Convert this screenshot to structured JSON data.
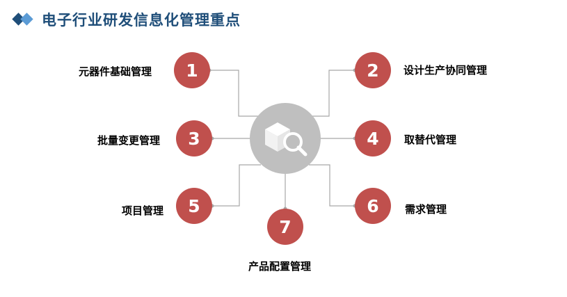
{
  "title": "电子行业研发信息化管理重点",
  "hub_icon": "box-magnifier-icon",
  "colors": {
    "accent": "#1f4e79",
    "node": "#c0504d",
    "hub": "#bfbfbf",
    "line": "#a6a6a6"
  },
  "nodes": [
    {
      "number": "1",
      "label": "元器件基础管理"
    },
    {
      "number": "2",
      "label": "设计生产协同管理"
    },
    {
      "number": "3",
      "label": "批量变更管理"
    },
    {
      "number": "4",
      "label": "取替代管理"
    },
    {
      "number": "5",
      "label": "项目管理"
    },
    {
      "number": "6",
      "label": "需求管理"
    },
    {
      "number": "7",
      "label": "产品配置管理"
    }
  ]
}
